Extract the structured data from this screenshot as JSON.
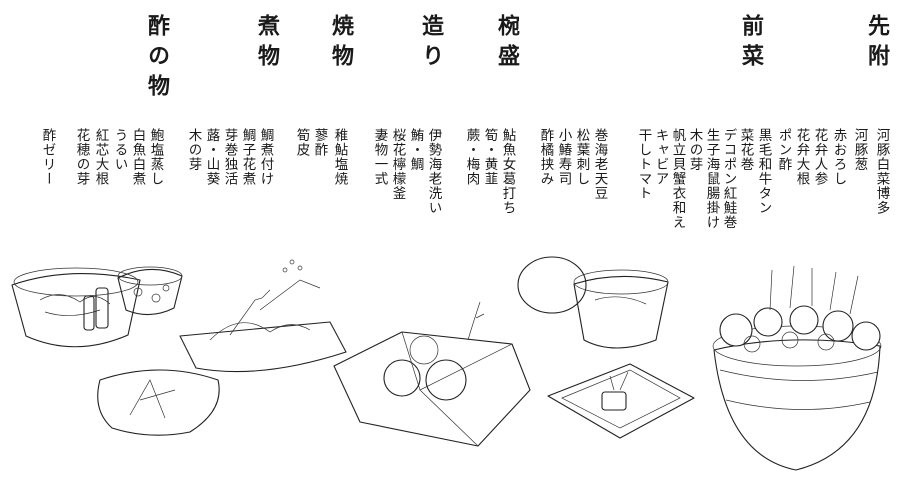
{
  "courses": [
    {
      "heading": "先附",
      "items": [
        "河豚白菜博多",
        "河豚葱",
        "赤おろし",
        "花弁人参",
        "花弁大根",
        "ポン酢"
      ]
    },
    {
      "heading": "前菜",
      "items": [
        "黒毛和牛タン",
        "菜花巻",
        "デコポン紅鮭巻",
        "生子海鼠腸掛け",
        "木の芽",
        "帆立貝蟹衣和え",
        "キャビア",
        "干しトマト"
      ]
    },
    {
      "heading": "椀盛",
      "items": [
        "巻海老天豆",
        "松葉刺し",
        "小鰆寿司",
        "酢橘挟み",
        "鮎魚女葛打ち",
        "筍・黄韮",
        "蕨・梅肉"
      ]
    },
    {
      "heading": "造り",
      "items": [
        "伊勢海老洗い",
        "鮪・鯛",
        "桜花檸檬釜",
        "妻物一式"
      ]
    },
    {
      "heading": "焼物",
      "items": [
        "稚鮎塩焼",
        "蓼酢",
        "筍皮"
      ]
    },
    {
      "heading": "煮物",
      "items": [
        "鯛煮付け",
        "鯛子花煮",
        "芽巻独活",
        "蕗・山葵",
        "木の芽"
      ]
    },
    {
      "heading": "酢の物",
      "items": [
        "鮑塩蒸し",
        "白魚白煮",
        "うるい",
        "紅芯大根",
        "花穂の芽",
        "酢ゼリー"
      ]
    }
  ]
}
